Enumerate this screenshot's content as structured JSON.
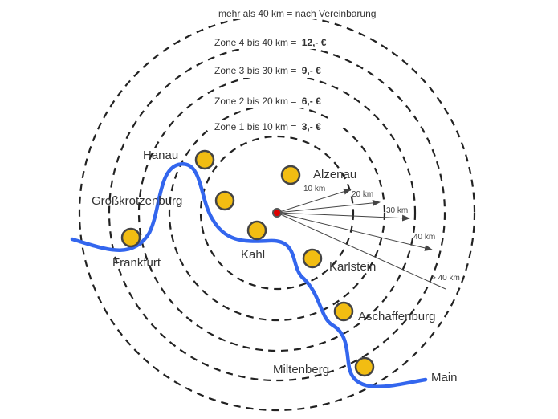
{
  "zones": {
    "beyond": "mehr als  40 km =  nach Vereinbarung",
    "items": [
      {
        "label": "Zone 4 bis 40 km = ",
        "price": "12,- €"
      },
      {
        "label": "Zone 3 bis 30 km = ",
        "price": "9,- €"
      },
      {
        "label": "Zone 2 bis 20 km = ",
        "price": "6,- €"
      },
      {
        "label": "Zone 1 bis 10 km = ",
        "price": "3,- €"
      }
    ]
  },
  "distances": [
    "10 km",
    "20 km",
    "30 km",
    "40 km",
    "> 40 km"
  ],
  "cities": [
    "Hanau",
    "Großkrotzenburg",
    "Alzenau",
    "Kahl",
    "Frankfurt",
    "Karlstein",
    "Aschaffenburg",
    "Miltenberg"
  ],
  "river": "Main",
  "colors": {
    "river": "#3366ee",
    "city": "#f2bd12",
    "center": "#dd0000"
  }
}
